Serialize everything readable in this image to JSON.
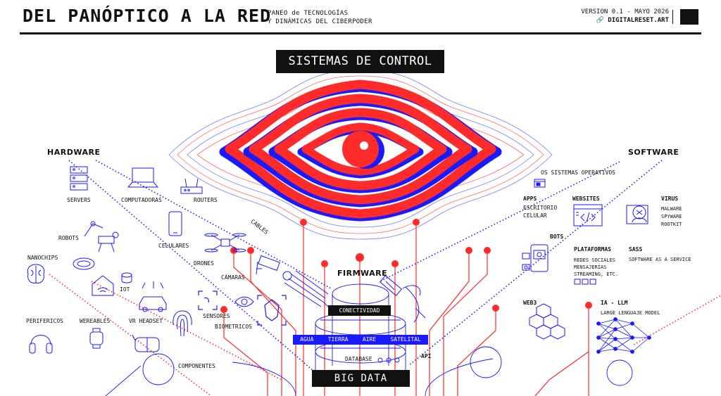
{
  "header": {
    "title": "DEL PANÓPTICO A LA RED",
    "subtitle_line1": "PANEO de TECNOLOGÍAS",
    "subtitle_line2": "Y DINÁMICAS DEL CIBERPODER",
    "version": "VERSION 0.1 - MAYO 2026",
    "site": "🔗 DIGITALRESET.ART"
  },
  "center": {
    "control": "SISTEMAS DE CONTROL",
    "firmware": "FIRMWARE",
    "connectivity": "CONECTIVIDAD",
    "elements": [
      "AGUA",
      "TIERRA",
      "AIRE",
      "SATELITAL"
    ],
    "database": "DATABASE",
    "bigdata": "BIG DATA",
    "api": "API"
  },
  "hardware": {
    "title": "HARDWARE",
    "servers": "SERVERS",
    "computers": "COMPUTADORAS",
    "routers": "ROUTERS",
    "cables": "CABLES",
    "robots": "ROBOTS",
    "phones": "CELULARES",
    "nanochips": "NANOCHIPS",
    "drones": "DRONES",
    "iot": "IOT",
    "cameras": "CÁMARAS",
    "sensors": "SENSORES",
    "biometrics": "BIOMETRICOS",
    "peripherals": "PERIFERICOS",
    "wearables": "WEREABLES",
    "vr": "VR HEADSET",
    "components": "COMPONENTES"
  },
  "software": {
    "title": "SOFTWARE",
    "os": "OS SISTEMAS OPERATIVOS",
    "apps": "APPS",
    "apps_sub1": "ESCRITORIO",
    "apps_sub2": "CELULAR",
    "websites": "WEBSITES",
    "virus": "VIRUS",
    "virus_sub1": "MALWARE",
    "virus_sub2": "SPYWARE",
    "virus_sub3": "ROOTKIT",
    "bots": "BOTS",
    "platforms": "PLATAFORMAS",
    "platforms_sub1": "REDES SOCIALES",
    "platforms_sub2": "MENSAJERÍAS",
    "platforms_sub3": "STREAMING, ETC.",
    "saas": "SASS",
    "saas_sub": "SOFTWARE AS A SERVICE",
    "web3": "WEB3",
    "ia": "IA - LLM",
    "ia_sub": "LARGE LENGUAJE MODEL"
  },
  "colors": {
    "red": "#ff2a2a",
    "blue": "#1a1aff",
    "ink": "#111111"
  },
  "icons": [
    "eye-icon",
    "server-icon",
    "laptop-icon",
    "router-icon",
    "robot-arm-icon",
    "phone-icon",
    "chip-icon",
    "drone-icon",
    "house-wifi-icon",
    "cctv-icon",
    "fingerprint-icon",
    "headphones-icon",
    "smartwatch-icon",
    "vr-icon",
    "satellite-icon",
    "window-icon",
    "code-icon",
    "bug-icon",
    "bot-phone-icon",
    "blocks-icon",
    "neural-net-icon"
  ]
}
